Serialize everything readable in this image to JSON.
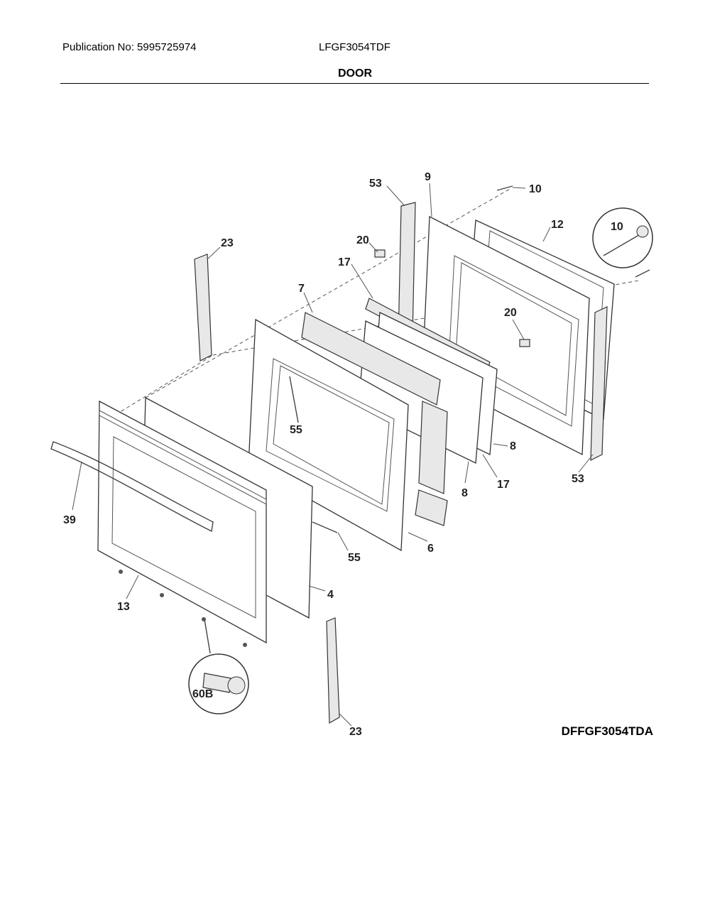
{
  "header": {
    "publication": "Publication No: 5995725974",
    "model": "LFGF3054TDF",
    "section_title": "DOOR"
  },
  "diagram": {
    "code": "DFFGF3054TDA",
    "callouts": {
      "c53a": "53",
      "c9": "9",
      "c10a": "10",
      "c12": "12",
      "c10b": "10",
      "c20a": "20",
      "c17a": "17",
      "c20b": "20",
      "c23a": "23",
      "c7": "7",
      "c55a": "55",
      "c8a": "8",
      "c8b": "8",
      "c17b": "17",
      "c53b": "53",
      "c39": "39",
      "c6": "6",
      "c55b": "55",
      "c4": "4",
      "c13": "13",
      "c60b": "60B",
      "c23b": "23"
    }
  }
}
